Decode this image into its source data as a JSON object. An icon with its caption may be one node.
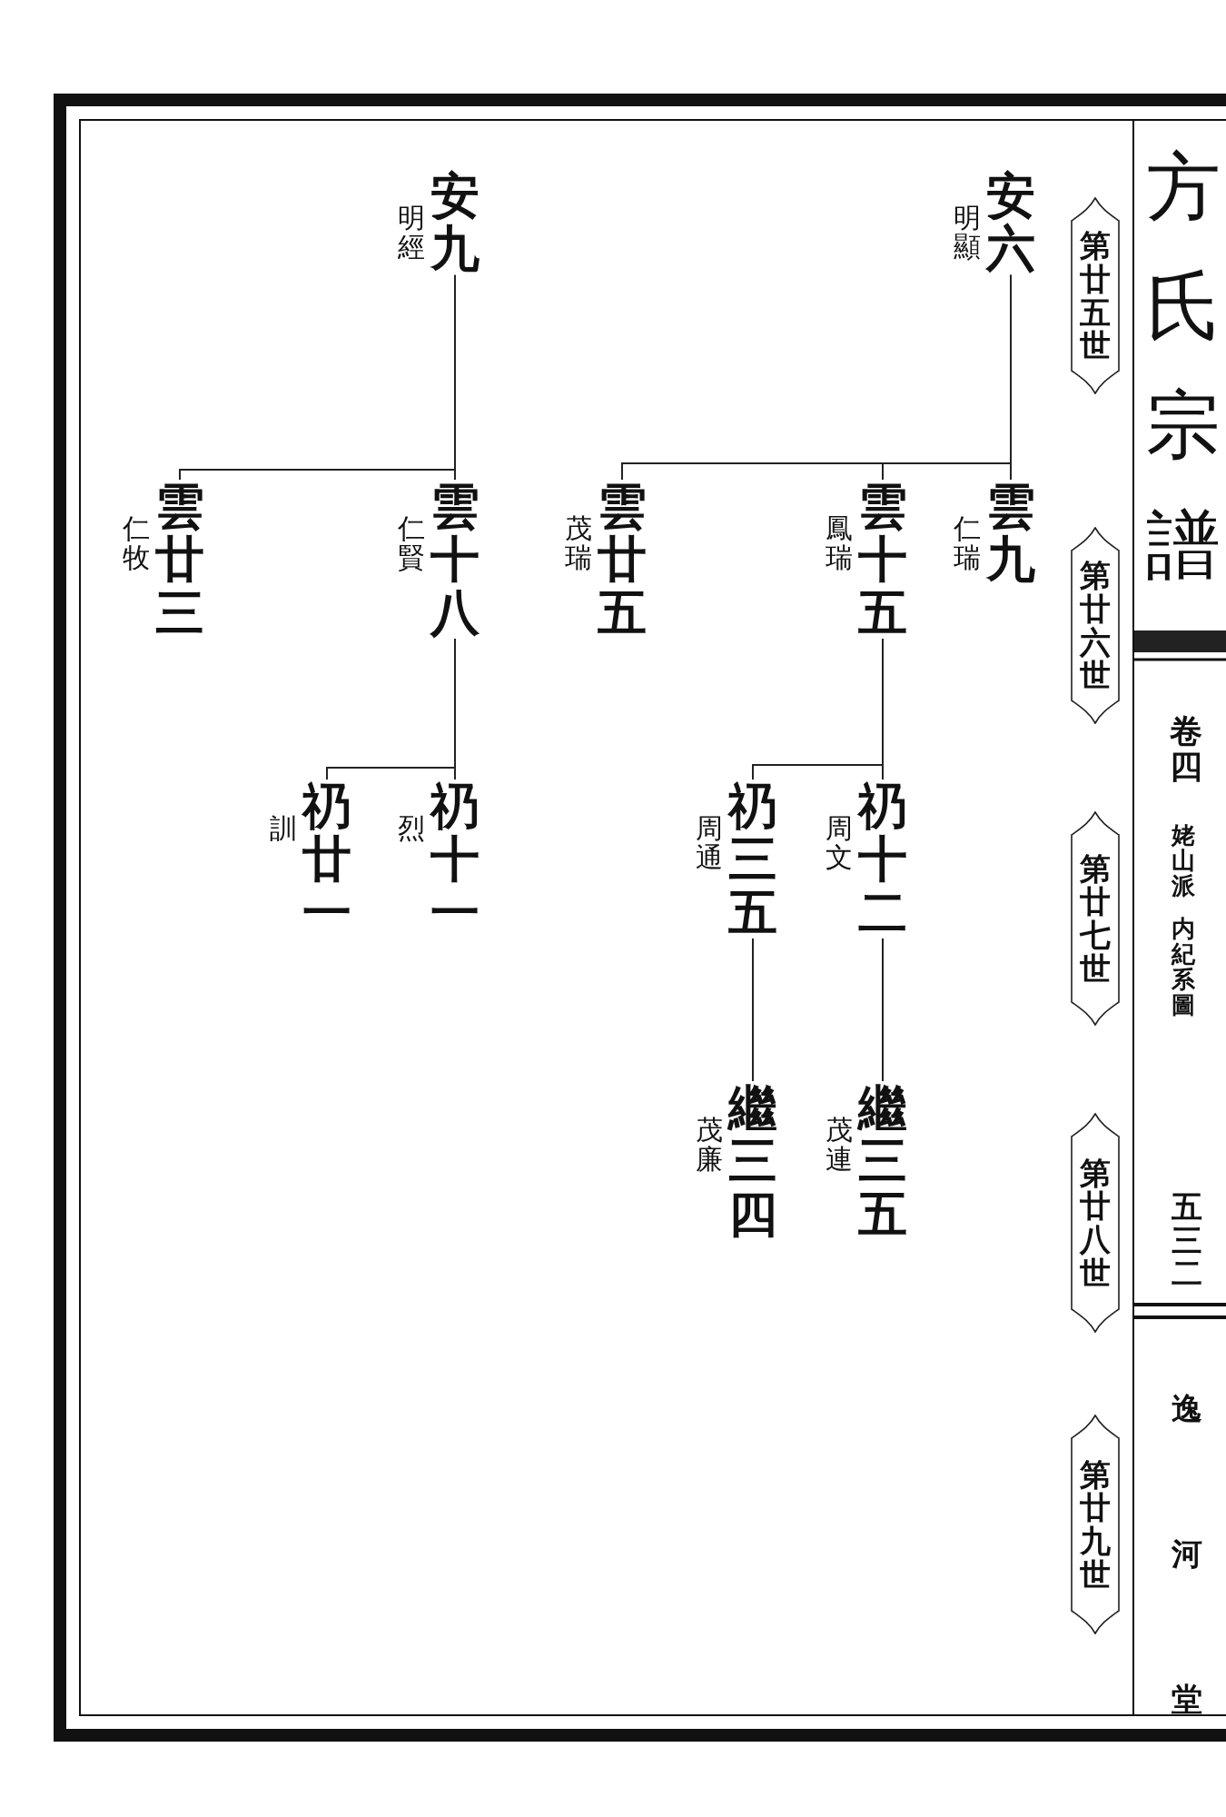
{
  "diagram": {
    "title": "方氏宗譜",
    "nodes": [
      {
        "text": [
          "安六"
        ],
        "beside": [
          "明顯"
        ]
      },
      {
        "text": [
          "安九"
        ],
        "beside": [
          "明經"
        ]
      },
      {
        "text": [
          "雲九"
        ],
        "beside": [
          "仁瑞"
        ]
      },
      {
        "text": [
          "雲十五"
        ],
        "beside": [
          "鳳瑞"
        ]
      },
      {
        "text": [
          "雲廿五"
        ],
        "beside": [
          "茂瑞"
        ]
      },
      {
        "text": [
          "雲十八"
        ],
        "beside": [
          "仁賢"
        ]
      },
      {
        "text": [
          "雲廿三"
        ],
        "beside": [
          "仁牧"
        ]
      },
      {
        "text": [
          "礽十二"
        ],
        "beside": [
          "周文"
        ]
      },
      {
        "text": [
          "礽三五"
        ],
        "beside": [
          "周通"
        ]
      },
      {
        "text": [
          "礽十一"
        ],
        "beside": [
          "烈"
        ]
      },
      {
        "text": [
          "礽廿一"
        ],
        "beside": [
          "訓"
        ]
      },
      {
        "text": [
          "繼三五"
        ],
        "beside": [
          "茂連"
        ]
      },
      {
        "text": [
          "繼三四"
        ],
        "beside": [
          "茂廉"
        ]
      },
      {
        "text": [
          "第廿五世"
        ]
      },
      {
        "text": [
          "第廿六世"
        ]
      },
      {
        "text": [
          "第廿七世"
        ]
      },
      {
        "text": [
          "第廿八世"
        ]
      },
      {
        "text": [
          "第廿九世"
        ]
      }
    ],
    "edges": [
      {
        "from": 0,
        "to": 2,
        "arrow": "none"
      },
      {
        "from": 0,
        "to": 3,
        "arrow": "none"
      },
      {
        "from": 0,
        "to": 4,
        "arrow": "none"
      },
      {
        "from": 1,
        "to": 5,
        "arrow": "none"
      },
      {
        "from": 1,
        "to": 6,
        "arrow": "none"
      },
      {
        "from": 3,
        "to": 7,
        "arrow": "none"
      },
      {
        "from": 3,
        "to": 8,
        "arrow": "none"
      },
      {
        "from": 5,
        "to": 9,
        "arrow": "none"
      },
      {
        "from": 5,
        "to": 10,
        "arrow": "none"
      },
      {
        "from": 7,
        "to": 11,
        "arrow": "none"
      },
      {
        "from": 8,
        "to": 12,
        "arrow": "none"
      }
    ],
    "labels": [
      "卷四",
      "姥山派",
      "内紀系圖",
      "五三二",
      "逸河堂"
    ]
  }
}
